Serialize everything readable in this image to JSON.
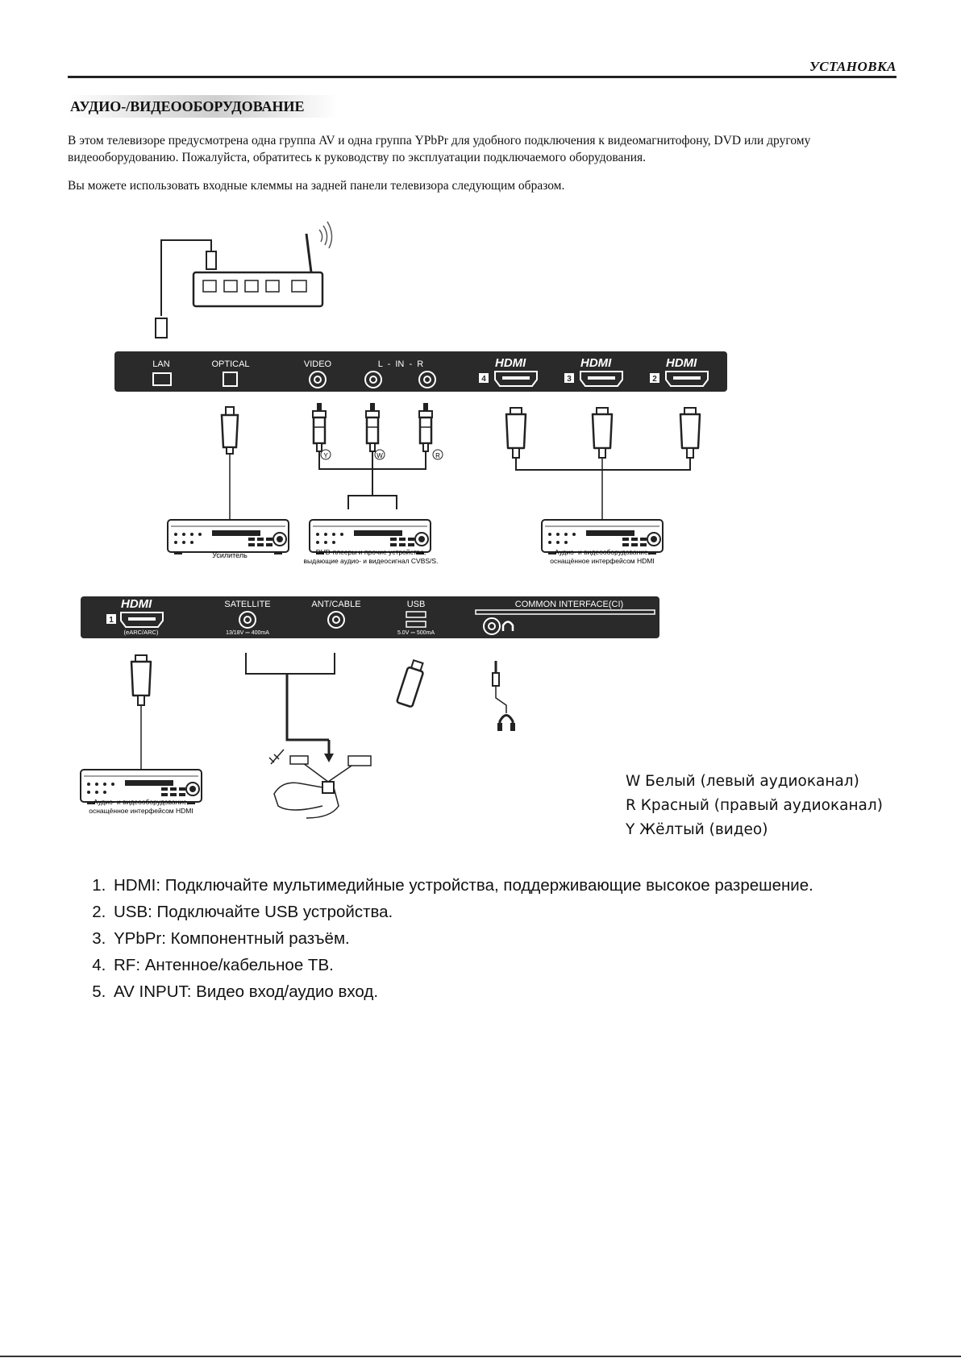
{
  "header": {
    "section": "УСТАНОВКА"
  },
  "title": "АУДИО-/ВИДЕООБОРУДОВАНИЕ",
  "paragraphs": [
    "В этом телевизоре предусмотрена одна группа AV и одна группа YPbPr для удобного подключения к видеомагнитофону, DVD или другому видеооборудованию. Пожалуйста, обратитесь к руководству по эксплуатации подключаемого оборудования.",
    "Вы можете использовать входные клеммы на задней панели телевизора следующим образом."
  ],
  "panel_top": {
    "ports": [
      "LAN",
      "OPTICAL",
      "VIDEO",
      "L  -  IN  -  R"
    ],
    "hdmi_logo": "HDMI",
    "hdmi_numbers": [
      "4",
      "3",
      "2"
    ]
  },
  "cable_marks": [
    "Y",
    "W",
    "R"
  ],
  "devices_top": {
    "amplifier": "Усилитель",
    "dvd_line1": "DVD-плееры и прочие устройства,",
    "dvd_line2": "выдающие аудио- и видеосигнал CVBS/S.",
    "hdmi_dev_line1": "Аудио- и видеооборудование,",
    "hdmi_dev_line2": "оснащённое интерфейсом HDMI"
  },
  "panel_bottom": {
    "hdmi_number": "1",
    "hdmi_sub": "(eARC/ARC)",
    "satellite": "SATELLITE",
    "satellite_sub": "13/18V ⎓ 400mA",
    "ant_cable": "ANT/CABLE",
    "usb": "USB",
    "usb_sub": "5.0V ⎓ 500mA",
    "ci": "COMMON INTERFACE(CI)"
  },
  "devices_bottom": {
    "hdmi_dev_line1": "Аудио- и видеооборудование,",
    "hdmi_dev_line2": "оснащённое интерфейсом HDMI"
  },
  "legend": [
    "W Белый (левый аудиоканал)",
    "R Красный (правый аудиоканал)",
    "Y Жёлтый (видео)"
  ],
  "usage": [
    "HDMI: Подключайте мультимедийные устройства, поддерживающие высокое разрешение.",
    "USB: Подключайте USB устройства.",
    "YPbPr: Компонентный разъём.",
    "RF: Антенное/кабельное ТВ.",
    "AV INPUT: Видео вход/аудио вход."
  ]
}
